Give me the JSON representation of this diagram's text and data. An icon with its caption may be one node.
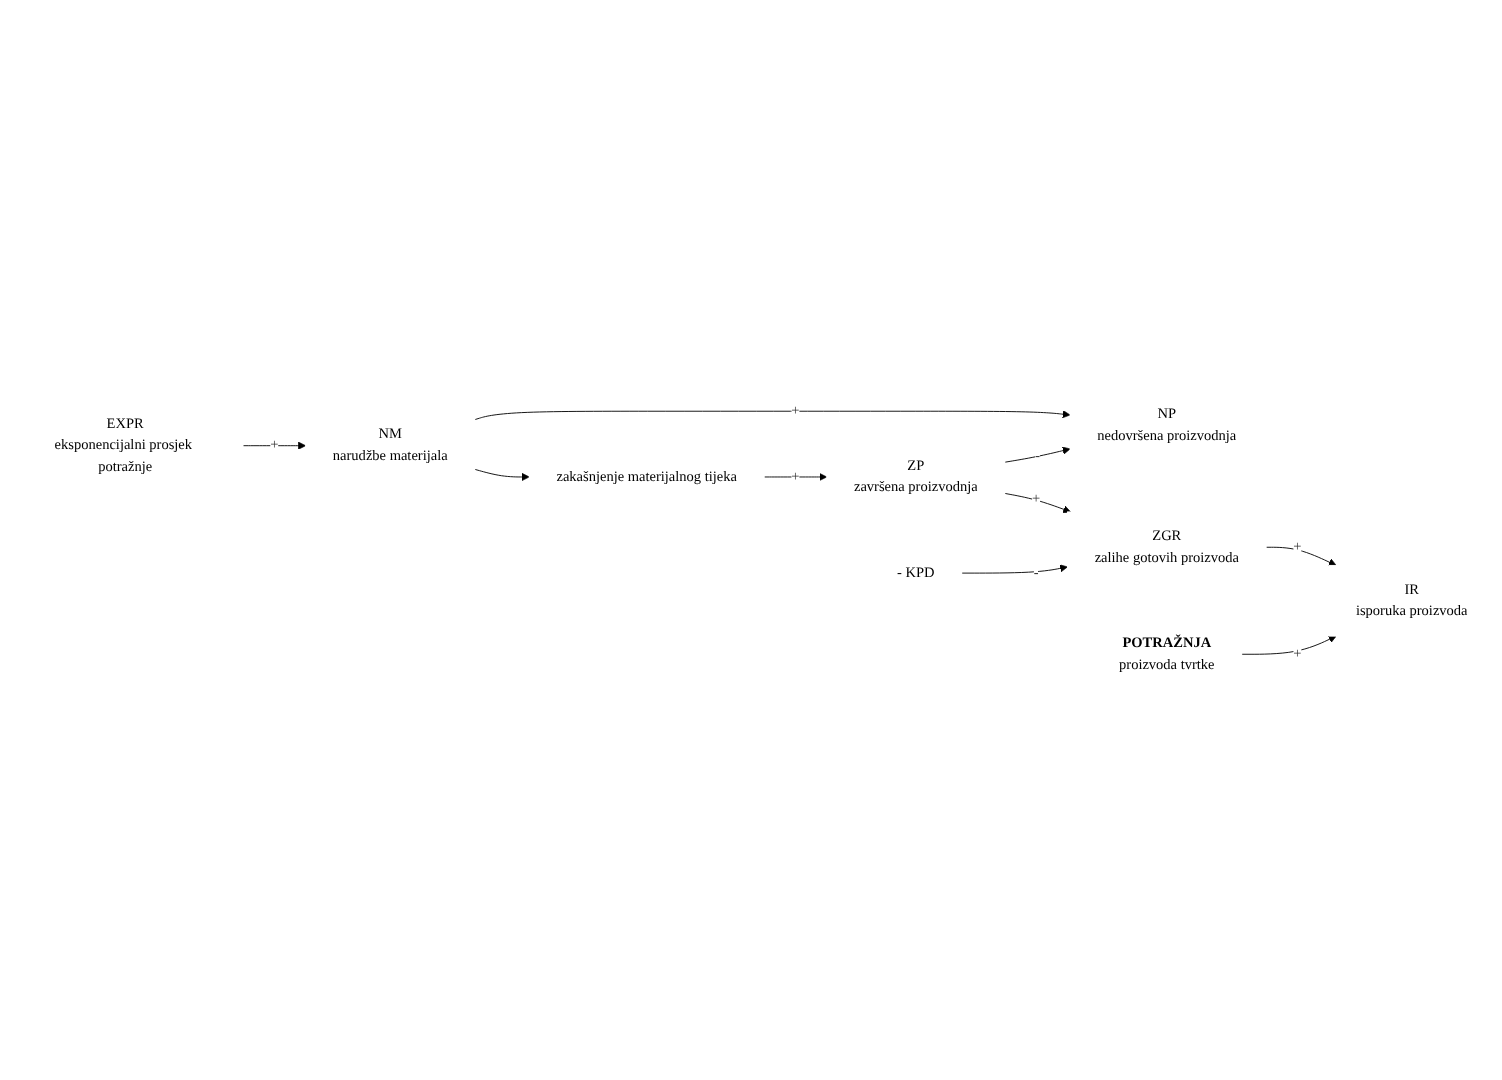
{
  "diagram": {
    "nodes": [
      {
        "text": [
          "NP",
          "nedovršena proizvodnja"
        ]
      },
      {
        "text": [
          "ZP",
          "završena proizvodnja"
        ]
      },
      {
        "text": [
          "NM",
          "narudžbe materijala"
        ]
      },
      {
        "text": [
          "zakašnjenje materijalnog tijeka"
        ]
      },
      {
        "text": [
          "ZGR",
          "zalihe gotovih proizvoda"
        ]
      },
      {
        "text": [
          "EXPR",
          "eksponencijalni prosjek potražnje"
        ]
      },
      {
        "text": [
          "- KPD"
        ]
      },
      {
        "text": [
          "IR",
          "isporuka proizvoda"
        ]
      },
      {
        "text": [
          "**POTRAŽNJA**",
          "proizvoda tvrtke"
        ]
      }
    ],
    "edges": [
      {
        "from": 2,
        "to": 0,
        "arrow": "to",
        "label": "+"
      },
      {
        "from": 1,
        "to": 0,
        "arrow": "to",
        "label": "-"
      },
      {
        "from": 3,
        "to": 1,
        "arrow": "to",
        "label": "+"
      },
      {
        "from": 2,
        "to": 3,
        "arrow": "to"
      },
      {
        "from": 1,
        "to": 4,
        "arrow": "to",
        "label": "+"
      },
      {
        "from": 5,
        "to": 2,
        "arrow": "to",
        "label": "+"
      },
      {
        "from": 6,
        "to": 4,
        "arrow": "to",
        "label": "-"
      },
      {
        "from": 4,
        "to": 7,
        "arrow": "to",
        "label": "+"
      },
      {
        "from": 8,
        "to": 7,
        "arrow": "to",
        "label": "+"
      }
    ]
  }
}
